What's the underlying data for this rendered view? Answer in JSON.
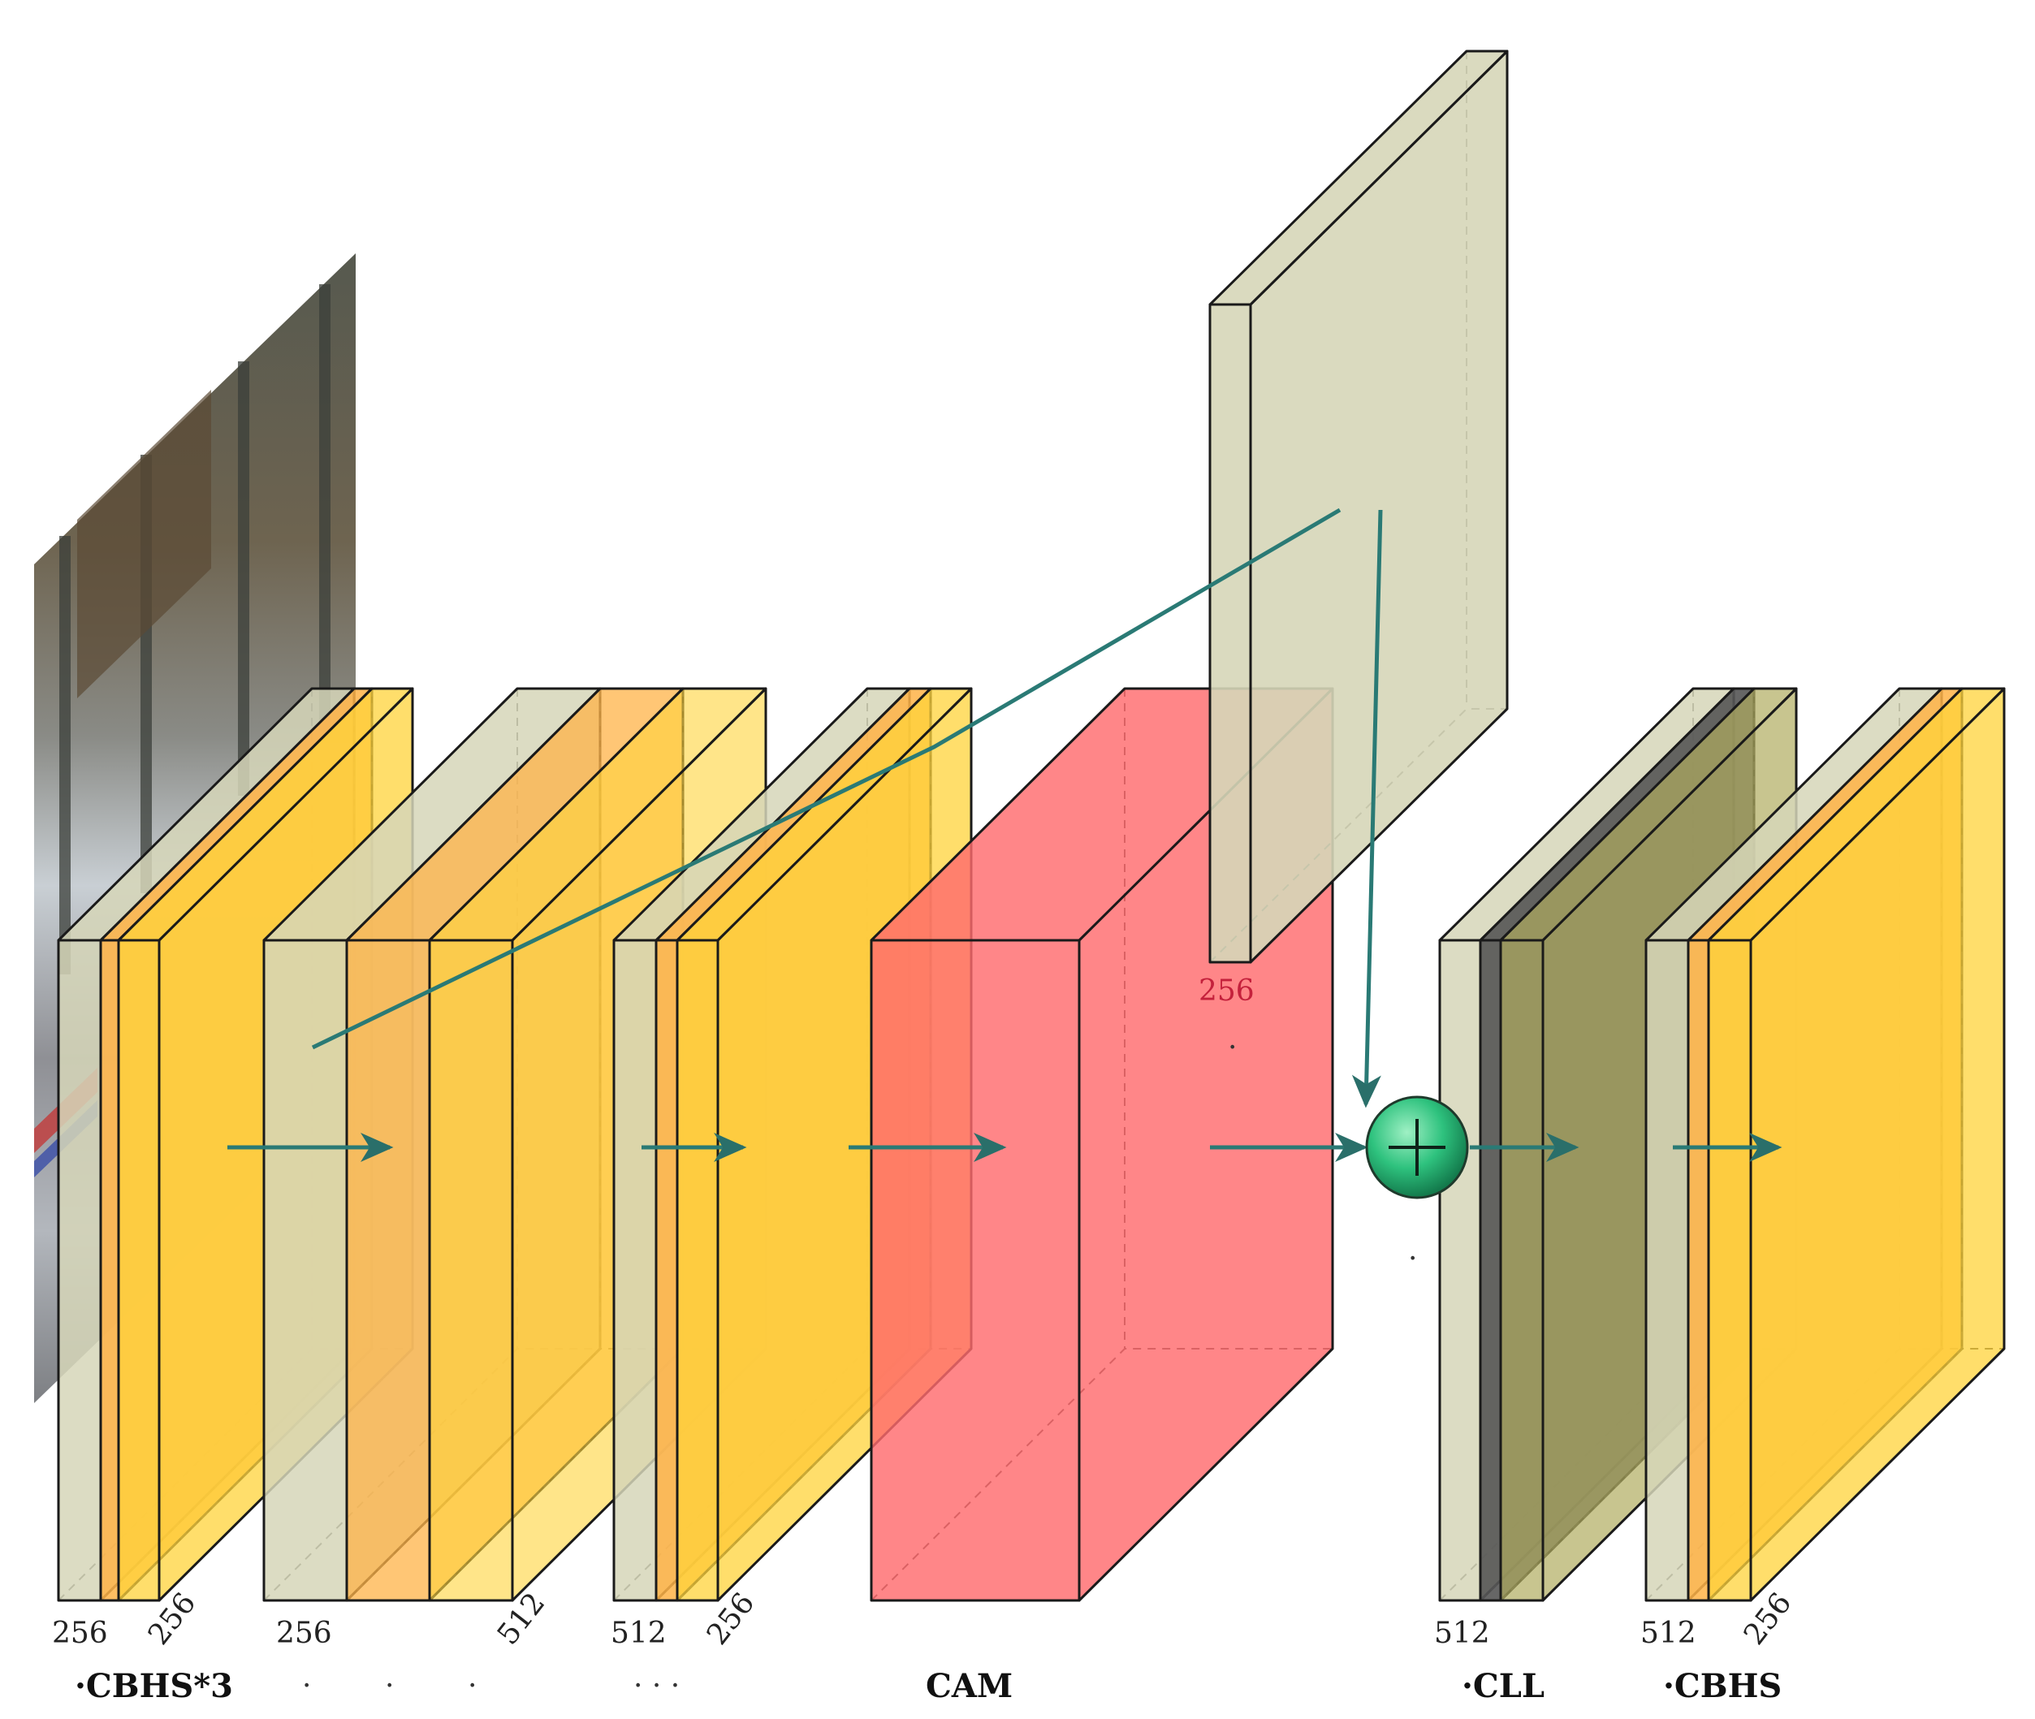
{
  "diagram": {
    "colors": {
      "conv": "#d6d6b8",
      "act": "#ffd33a",
      "bn": "#ffb347",
      "cam": "#ff6b6e",
      "concat_dark": "#555555",
      "olive": "#b0ad60",
      "arrow": "#2a7a75",
      "sum": "#2ec27e"
    },
    "labels": {
      "block1_dim_a": "256",
      "block1_dim_b": "256",
      "block2_dim_a": "256",
      "block2_dim_b": "512",
      "block3_dim_a": "512",
      "block3_dim_b": "256",
      "branch_dim": "256",
      "cll_dim": "512",
      "cbhs_dim_a": "512",
      "cbhs_dim_b": "256"
    },
    "captions": {
      "cbhs3": "·CBHS*3",
      "cam": "CAM",
      "cll": "·CLL",
      "cbhs": "·CBHS",
      "dots_a": "·",
      "dots_b": "·",
      "dots_c": "·",
      "dots_d": "· · ·",
      "dot_e": "·",
      "dot_f": "·"
    },
    "sum_symbol": "+"
  }
}
